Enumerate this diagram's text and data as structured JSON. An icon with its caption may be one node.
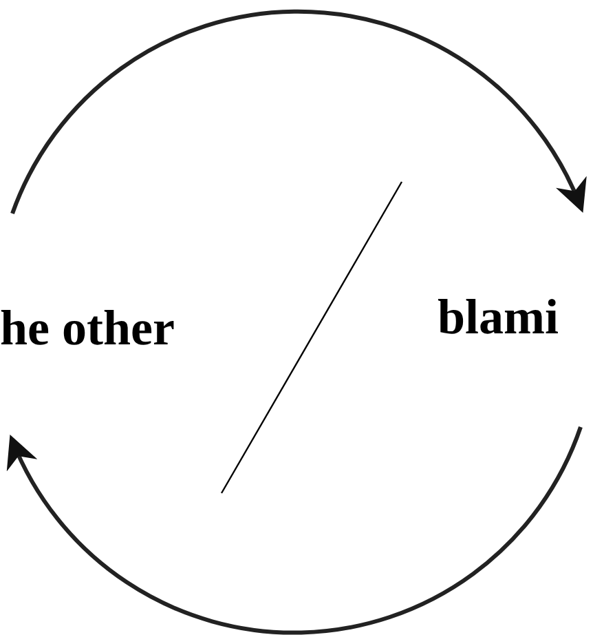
{
  "diagram": {
    "nodes": [
      {
        "text": [
          "he other"
        ]
      },
      {
        "text": [
          "blami"
        ]
      }
    ],
    "edges": [
      {
        "from": 0,
        "to": 1,
        "arrow": "to"
      },
      {
        "from": 1,
        "to": 0,
        "arrow": "to"
      }
    ]
  }
}
